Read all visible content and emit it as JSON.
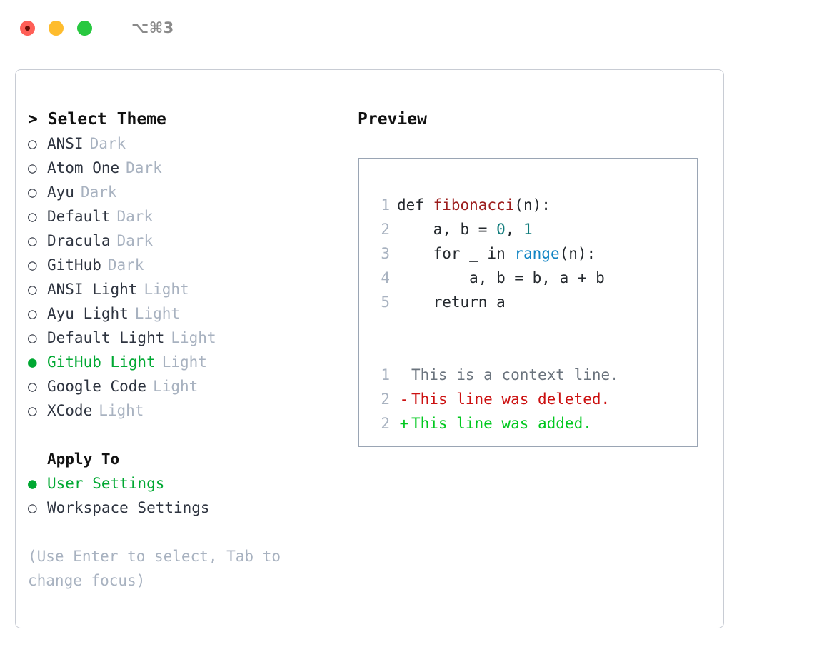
{
  "titlebar": {
    "shortcut": "⌥⌘3",
    "lights": [
      {
        "name": "close",
        "color": "#ff5f57"
      },
      {
        "name": "minimize",
        "color": "#febc2e"
      },
      {
        "name": "maximize",
        "color": "#28c840"
      }
    ]
  },
  "theme_selector": {
    "header": "> Select Theme",
    "items": [
      {
        "bullet": "○",
        "label": "ANSI",
        "tag": "Dark",
        "selected": false
      },
      {
        "bullet": "○",
        "label": "Atom One",
        "tag": "Dark",
        "selected": false
      },
      {
        "bullet": "○",
        "label": "Ayu",
        "tag": "Dark",
        "selected": false
      },
      {
        "bullet": "○",
        "label": "Default",
        "tag": "Dark",
        "selected": false
      },
      {
        "bullet": "○",
        "label": "Dracula",
        "tag": "Dark",
        "selected": false
      },
      {
        "bullet": "○",
        "label": "GitHub",
        "tag": "Dark",
        "selected": false
      },
      {
        "bullet": "○",
        "label": "ANSI Light",
        "tag": "Light",
        "selected": false
      },
      {
        "bullet": "○",
        "label": "Ayu Light",
        "tag": "Light",
        "selected": false
      },
      {
        "bullet": "○",
        "label": "Default Light",
        "tag": "Light",
        "selected": false
      },
      {
        "bullet": "●",
        "label": "GitHub Light",
        "tag": "Light",
        "selected": true
      },
      {
        "bullet": "○",
        "label": "Google Code",
        "tag": "Light",
        "selected": false
      },
      {
        "bullet": "○",
        "label": "XCode",
        "tag": "Light",
        "selected": false
      }
    ]
  },
  "apply_to": {
    "header": "Apply To",
    "items": [
      {
        "bullet": "●",
        "label": "User Settings",
        "selected": true
      },
      {
        "bullet": "○",
        "label": "Workspace Settings",
        "selected": false
      }
    ]
  },
  "hint": "(Use Enter to select, Tab to change focus)",
  "preview": {
    "title": "Preview",
    "code_lines": [
      {
        "lineno": "1",
        "marker": "",
        "tokens": [
          {
            "text": "def ",
            "type": "def"
          },
          {
            "text": "fibonacci",
            "type": "fn"
          },
          {
            "text": "(n):",
            "type": "plain"
          }
        ]
      },
      {
        "lineno": "2",
        "marker": "",
        "tokens": [
          {
            "text": "    a, b = ",
            "type": "plain"
          },
          {
            "text": "0",
            "type": "num"
          },
          {
            "text": ", ",
            "type": "plain"
          },
          {
            "text": "1",
            "type": "num"
          }
        ]
      },
      {
        "lineno": "3",
        "marker": "",
        "tokens": [
          {
            "text": "    for _ in ",
            "type": "plain"
          },
          {
            "text": "range",
            "type": "call"
          },
          {
            "text": "(n):",
            "type": "plain"
          }
        ]
      },
      {
        "lineno": "4",
        "marker": "",
        "tokens": [
          {
            "text": "        a, b = b, a + b",
            "type": "plain"
          }
        ]
      },
      {
        "lineno": "5",
        "marker": "",
        "tokens": [
          {
            "text": "    return a",
            "type": "plain"
          }
        ]
      }
    ],
    "diff_lines": [
      {
        "lineno": "1",
        "marker": "",
        "text": "This is a context line.",
        "kind": "ctx"
      },
      {
        "lineno": "2",
        "marker": "-",
        "text": "This line was deleted.",
        "kind": "del"
      },
      {
        "lineno": "2",
        "marker": "+",
        "text": "This line was added.",
        "kind": "add"
      }
    ]
  },
  "colors": {
    "accent_green": "#00a832",
    "muted": "#a8b2c0",
    "border": "#c8ccd4",
    "panel_border": "#9aa5b4",
    "diff_added": "#00c81e",
    "diff_deleted": "#cc1111",
    "syntax_function": "#9c1d1d",
    "syntax_number": "#0f7b7b",
    "syntax_call": "#1184c4"
  }
}
